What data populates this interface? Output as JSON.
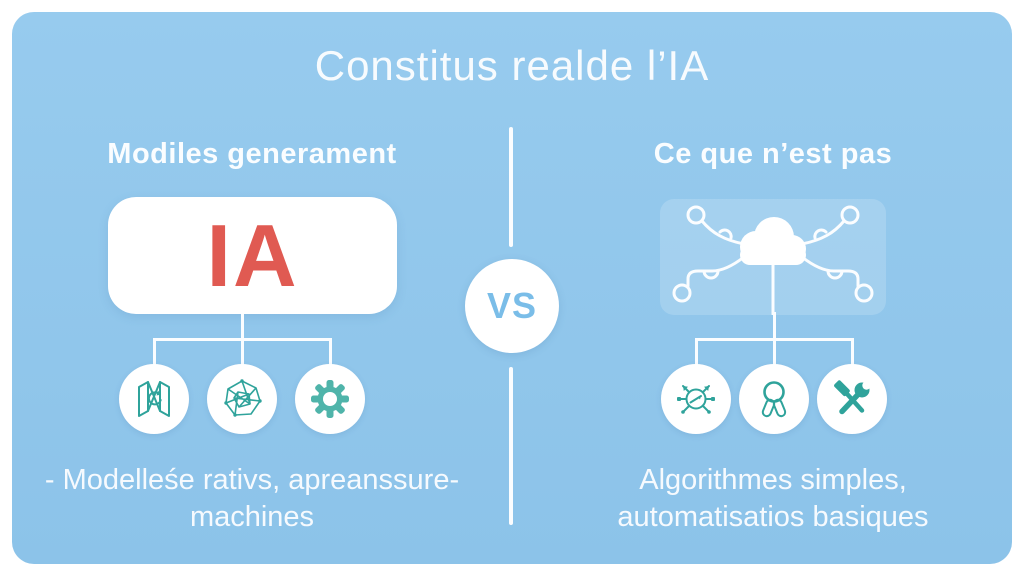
{
  "title": "Constitus realde l’IA",
  "divider": {
    "vs_label": "VS"
  },
  "left": {
    "heading": "Modiles generament",
    "card_label": "IA",
    "icons": [
      "folded-map-sync-icon",
      "neural-network-icon",
      "gear-icon"
    ],
    "caption_line1": "- Modelleśe rativs, apreanssure-",
    "caption_line2": "machines"
  },
  "right": {
    "heading": "Ce que n’est pas",
    "card_icon": "cloud-network-icon",
    "icons": [
      "distributed-nodes-icon",
      "award-ribbon-icon",
      "crossed-tools-icon"
    ],
    "caption_line1": "Algorithmes simples,",
    "caption_line2": "automatisatios basiques"
  },
  "colors": {
    "panel_blue": "#8fc6ea",
    "accent_teal": "#2fa39b",
    "accent_coral": "#e05a52",
    "vs_text_blue": "#7abde8",
    "line_white": "#fbfdff"
  }
}
